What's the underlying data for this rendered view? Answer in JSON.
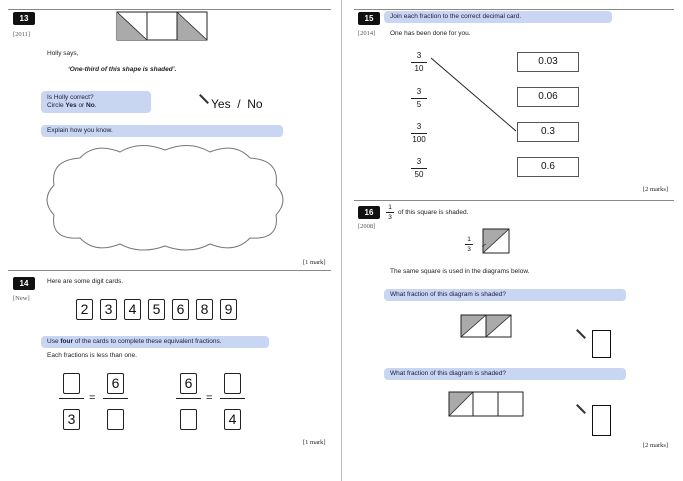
{
  "q13": {
    "number": "13",
    "year": "[2011]",
    "holly_says": "Holly says,",
    "quote": "‘One-third of this shape is shaded’.",
    "ask_line1": "Is Holly correct?",
    "ask_line2_prefix": "Circle ",
    "ask_yes": "Yes",
    "ask_or": " or ",
    "ask_no": "No",
    "ask_period": ".",
    "yes_no": "Yes  /  No",
    "explain": "Explain how you know.",
    "mark": "[1 mark]"
  },
  "q14": {
    "number": "14",
    "year": "[New]",
    "intro": "Here are some digit cards.",
    "cards": [
      "2",
      "3",
      "4",
      "5",
      "6",
      "8",
      "9"
    ],
    "instr_prefix": "Use ",
    "instr_bold": "four",
    "instr_suffix": " of the cards to complete these equivalent fractions.",
    "each_less": "Each fractions is less than one.",
    "eq1": {
      "num1": "",
      "den1": "3",
      "num2": "6",
      "den2": "",
      "equals": "="
    },
    "eq2": {
      "num1": "6",
      "den1": "",
      "num2": "",
      "den2": "4",
      "equals": "="
    },
    "mark": "[1 mark]"
  },
  "q15": {
    "number": "15",
    "year": "[2014]",
    "instruction": "Join each fraction to the correct decimal card.",
    "done_one": "One has been done for you.",
    "fractions": [
      {
        "num": "3",
        "den": "10"
      },
      {
        "num": "3",
        "den": "5"
      },
      {
        "num": "3",
        "den": "100"
      },
      {
        "num": "3",
        "den": "50"
      }
    ],
    "decimals": [
      "0.03",
      "0.06",
      "0.3",
      "0.6"
    ],
    "mark": "[2 marks]"
  },
  "q16": {
    "number": "16",
    "year": "[2008]",
    "frac_num": "1",
    "frac_den": "3",
    "shaded_text": "of this square is shaded.",
    "same_square": "The same square is used in the diagrams below.",
    "q_a": "What fraction of this diagram is shaded?",
    "q_b": "What fraction of this diagram is shaded?",
    "mark": "[2 marks]"
  }
}
